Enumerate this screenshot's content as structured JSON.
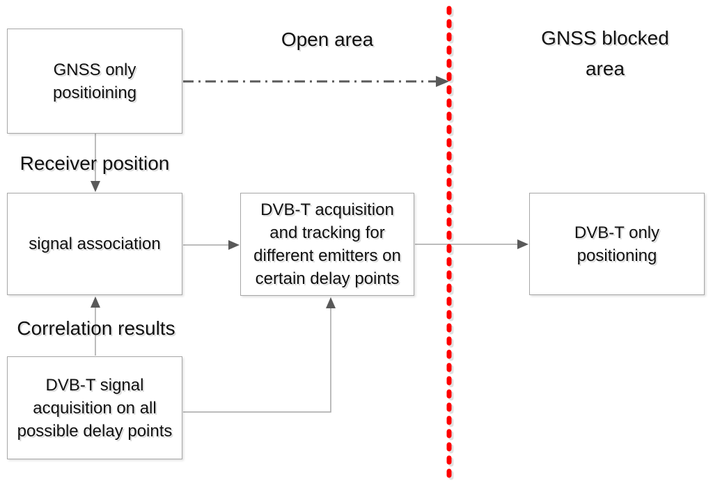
{
  "labels": {
    "open_area": "Open area",
    "gnss_blocked": {
      "lines": [
        "GNSS blocked",
        "area"
      ]
    },
    "receiver_position": "Receiver position",
    "correlation_results": "Correlation results"
  },
  "boxes": {
    "gnss_only": {
      "lines": [
        "GNSS only",
        "positioining"
      ]
    },
    "signal_association": {
      "lines": [
        "signal association"
      ]
    },
    "dvbt_acquisition": {
      "lines": [
        "DVB-T acquisition",
        "and tracking for",
        "different emitters on",
        "certain delay points"
      ]
    },
    "dvbt_only": {
      "lines": [
        "DVB-T only",
        "positioning"
      ]
    },
    "dvbt_signal": {
      "lines": [
        "DVB-T signal",
        "acquisition on all",
        "possible delay points"
      ]
    }
  },
  "colors": {
    "divider": "#ff0000",
    "connector_line": "#a6a6a6",
    "arrowhead": "#595959",
    "box_border": "#a6a6a6",
    "text": "#111111",
    "background": "#ffffff"
  }
}
